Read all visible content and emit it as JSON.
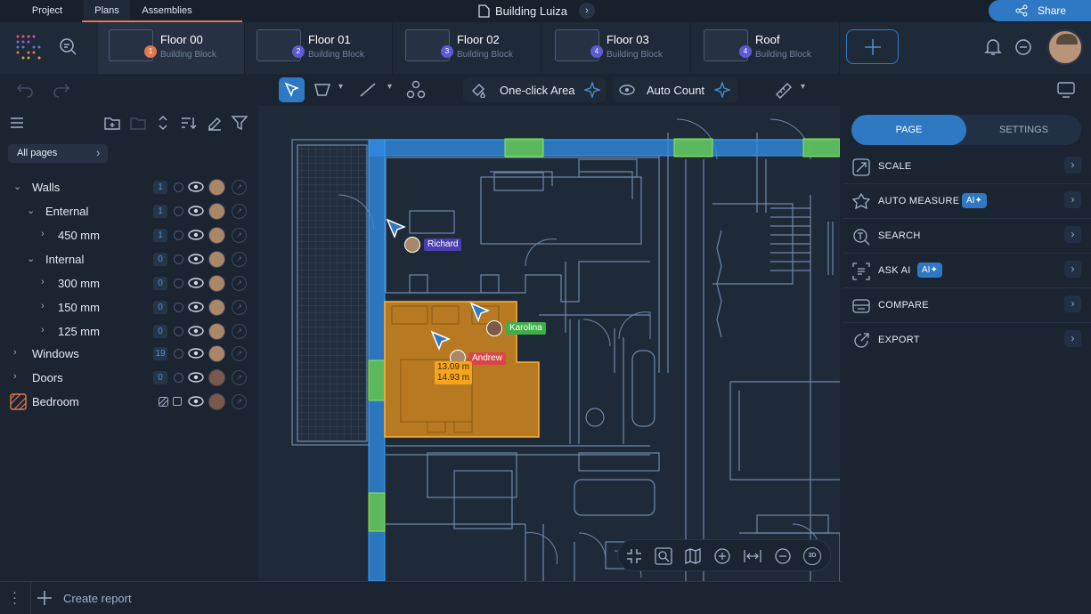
{
  "top_tabs": {
    "project": "Project",
    "plans": "Plans",
    "assemblies": "Assemblies"
  },
  "document_title": "Building Luiza",
  "share_label": "Share",
  "floors": [
    {
      "name": "Floor 00",
      "sub": "Building Block",
      "badge": "1",
      "badge_color": "#e0784b"
    },
    {
      "name": "Floor 01",
      "sub": "Building Block",
      "badge": "2",
      "badge_color": "#5b5bd6"
    },
    {
      "name": "Floor 02",
      "sub": "Building Block",
      "badge": "3",
      "badge_color": "#5b5bd6"
    },
    {
      "name": "Floor 03",
      "sub": "Building Block",
      "badge": "4",
      "badge_color": "#5b5bd6"
    },
    {
      "name": "Roof",
      "sub": "Building Block",
      "badge": "4",
      "badge_color": "#5b5bd6"
    }
  ],
  "toolbar": {
    "one_click_area": "One-click Area",
    "auto_count": "Auto Count"
  },
  "left": {
    "all_pages": "All pages",
    "tree": [
      {
        "label": "Walls",
        "count": "1"
      },
      {
        "label": "Enternal",
        "count": "1"
      },
      {
        "label": "450 mm",
        "count": "1"
      },
      {
        "label": "Internal",
        "count": "0"
      },
      {
        "label": "300 mm",
        "count": "0"
      },
      {
        "label": "150 mm",
        "count": "0"
      },
      {
        "label": "125 mm",
        "count": "0"
      },
      {
        "label": "Windows",
        "count": "19"
      },
      {
        "label": "Doors",
        "count": "0"
      },
      {
        "label": "Bedroom",
        "count": ""
      }
    ]
  },
  "canvas": {
    "users": {
      "richard": "Richard",
      "karolina": "Karolina",
      "andrew": "Andrew"
    },
    "measure1": "13.09 m",
    "measure2": "14.93 m"
  },
  "right": {
    "tab_page": "PAGE",
    "tab_settings": "SETTINGS",
    "items": {
      "scale": "SCALE",
      "auto_measure": "AUTO MEASURE",
      "search": "SEARCH",
      "ask_ai": "ASK AI",
      "compare": "COMPARE",
      "export": "EXPORT"
    },
    "ai_chip": "AI"
  },
  "bottom": {
    "create_report": "Create report"
  },
  "colors": {
    "accent": "#2f78c4",
    "wall_blue": "#2f8ae0",
    "room_orange": "#f29a1c",
    "window_green": "#6bcf3c",
    "richard": "#4a3fb0",
    "karolina": "#3fae49",
    "andrew": "#d94646"
  }
}
